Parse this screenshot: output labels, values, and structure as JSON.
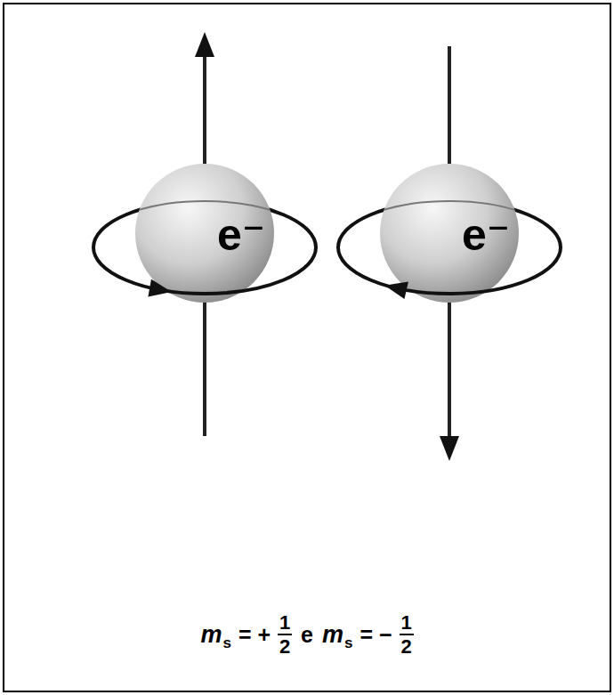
{
  "diagram": {
    "nodes": [
      {
        "text": [
          "e⁻"
        ]
      },
      {
        "text": [
          "e⁻"
        ]
      }
    ],
    "labels": [
      "m",
      "s",
      "= +",
      "1",
      "2",
      "e",
      "m",
      "s",
      "= −",
      "1",
      "2"
    ]
  }
}
